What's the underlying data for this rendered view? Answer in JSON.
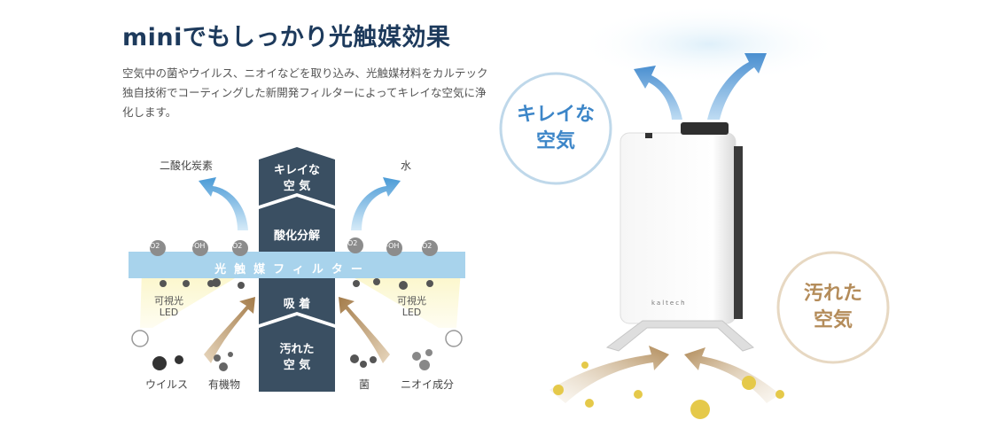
{
  "heading": "miniでもしっかり光触媒効果",
  "description": "空気中の菌やウイルス、ニオイなどを取り込み、光触媒材料をカルテック独自技術でコーティングした新開発フィルターによってキレイな空気に浄化します。",
  "diagram": {
    "out_left": "二酸化炭素",
    "out_right": "水",
    "clean_air": [
      "キレイな",
      "空 気"
    ],
    "decomposition": "酸化分解",
    "filter": "光触媒フィルター",
    "adsorption": "吸 着",
    "dirty_air": [
      "汚れた",
      "空 気"
    ],
    "led_left": [
      "可視光",
      "LED"
    ],
    "led_right": [
      "可視光",
      "LED"
    ],
    "molecules": [
      "O2",
      "-OH",
      "O2",
      "O2",
      "-OH",
      "O2"
    ],
    "bottom_labels": [
      "ウイルス",
      "有機物",
      "菌",
      "ニオイ成分"
    ]
  },
  "product": {
    "brand": "kaltech",
    "clean_bubble": [
      "キレイな",
      "空気"
    ],
    "dirty_bubble": [
      "汚れた",
      "空気"
    ]
  },
  "colors": {
    "navy": "#1d3a5c",
    "pillar": "#3a4f62",
    "filter": "#a8d3ec",
    "blue_arrow": "#4a9ad6",
    "brown_arrow": "#b08a58",
    "clean_text": "#3d86c8",
    "dirty_text": "#b48c5a"
  }
}
